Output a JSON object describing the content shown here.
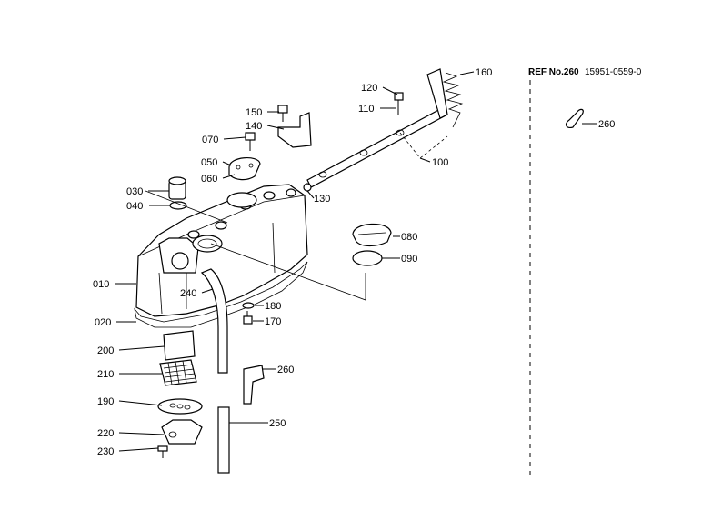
{
  "reference": {
    "ref_no_text": "REF No.260",
    "part_code": "15951-0559-0"
  },
  "callouts": [
    {
      "id": "c160",
      "text": "160"
    },
    {
      "id": "c120",
      "text": "120"
    },
    {
      "id": "c110",
      "text": "110"
    },
    {
      "id": "c100",
      "text": "100"
    },
    {
      "id": "c150",
      "text": "150"
    },
    {
      "id": "c140",
      "text": "140"
    },
    {
      "id": "c070",
      "text": "070"
    },
    {
      "id": "c050",
      "text": "050"
    },
    {
      "id": "c060",
      "text": "060"
    },
    {
      "id": "c130",
      "text": "130"
    },
    {
      "id": "c030",
      "text": "030"
    },
    {
      "id": "c040",
      "text": "040"
    },
    {
      "id": "c080",
      "text": "080"
    },
    {
      "id": "c090",
      "text": "090"
    },
    {
      "id": "c010",
      "text": "010"
    },
    {
      "id": "c240",
      "text": "240"
    },
    {
      "id": "c180",
      "text": "180"
    },
    {
      "id": "c020",
      "text": "020"
    },
    {
      "id": "c170",
      "text": "170"
    },
    {
      "id": "c200",
      "text": "200"
    },
    {
      "id": "c260",
      "text": "260"
    },
    {
      "id": "c210",
      "text": "210"
    },
    {
      "id": "c190",
      "text": "190"
    },
    {
      "id": "c250",
      "text": "250"
    },
    {
      "id": "c220",
      "text": "220"
    },
    {
      "id": "c230",
      "text": "230"
    },
    {
      "id": "c260ref",
      "text": "260"
    }
  ]
}
